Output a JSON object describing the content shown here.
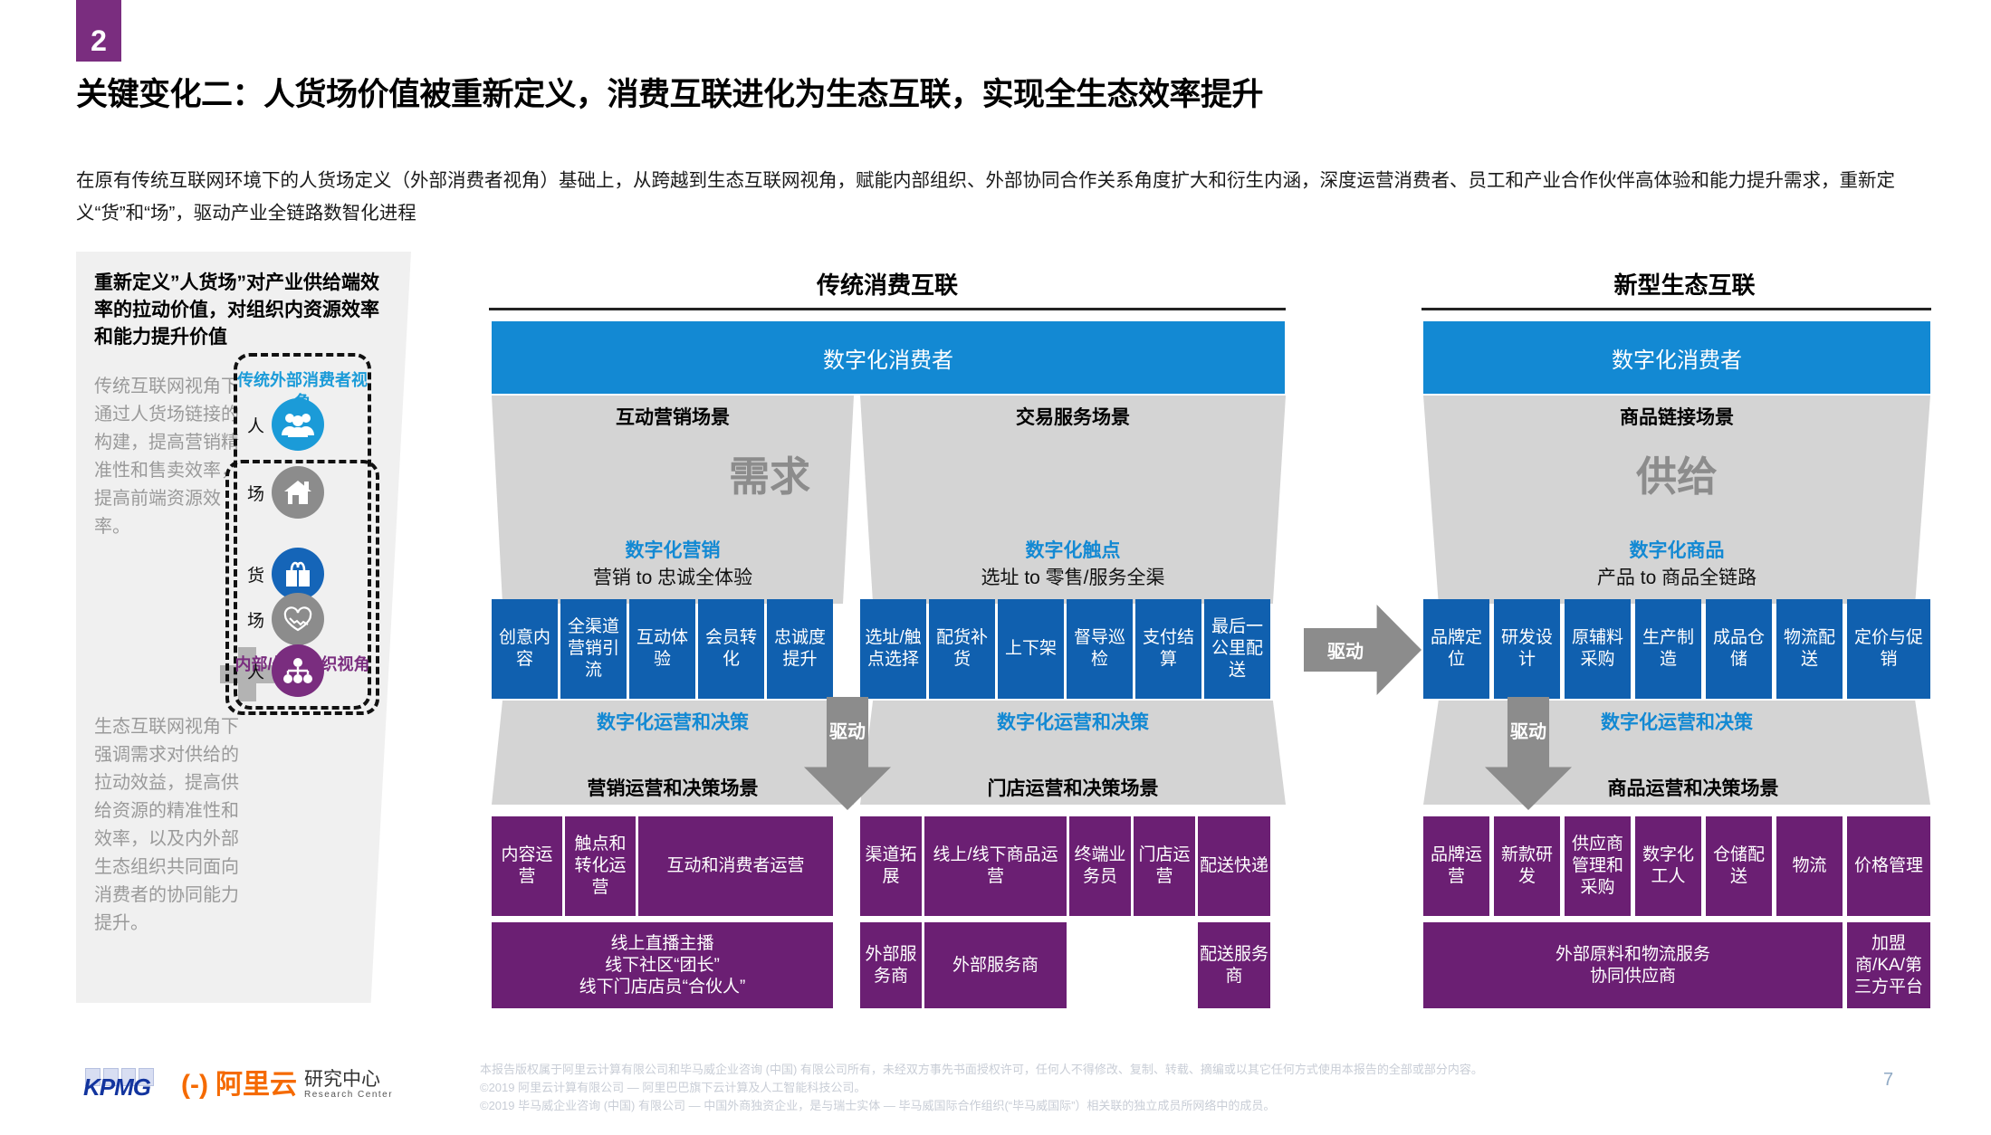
{
  "header": {
    "badge_number": "2",
    "title": "关键变化二：人货场价值被重新定义，消费互联进化为生态互联，实现全生态效率提升",
    "intro": "在原有传统互联网环境下的人货场定义（外部消费者视角）基础上，从跨越到生态互联网视角，赋能内部组织、外部协同合作关系角度扩大和衍生内涵，深度运营消费者、员工和产业合作伙伴高体验和能力提升需求，重新定义“货”和“场”，驱动产业全链路数智化进程"
  },
  "left_panel": {
    "title": "重新定义”人货场”对产业供给端效率的拉动价值，对组织内资源效率和能力提升价值",
    "paragraph_top": "传统互联网视角下通过人货场链接的构建，提高营销精准性和售卖效率，提高前端资源效率。",
    "paragraph_bottom": "生态互联网视角下强调需求对供给的拉动效益，提高供给资源的精准性和效率，以及内外部生态组织共同面向消费者的协同能力提升。",
    "legend_top": "传统外部消费者视角",
    "legend_bottom": "内部/外部组织视角",
    "icons": [
      {
        "label": "人",
        "icon": "people-group-icon",
        "color": "#1B9BD8"
      },
      {
        "label": "场",
        "icon": "store-house-icon",
        "color": "#8C8C8C"
      },
      {
        "label": "货",
        "icon": "shopping-bag-icon",
        "color": "#1565B8"
      },
      {
        "label": "场",
        "icon": "handshake-heart-icon",
        "color": "#8C8C8C"
      },
      {
        "label": "人",
        "icon": "org-chart-icon",
        "color": "#7A2D7F"
      }
    ],
    "plus_icon": "plus-icon"
  },
  "middle": {
    "column_title": "传统消费互联",
    "consumer_bar": "数字化消费者",
    "big_word": "需求",
    "left_block": {
      "scene_label": "互动营销场景",
      "sub_blue": "数字化营销",
      "sub_black": "营销 to 忠诚全体验",
      "ops_label": "数字化运营和决策",
      "tiles": [
        {
          "text": "创意内容",
          "w": 62
        },
        {
          "text": "全渠道营销引流",
          "w": 62
        },
        {
          "text": "互动体验",
          "w": 62
        },
        {
          "text": "会员转化",
          "w": 62
        },
        {
          "text": "忠诚度提升",
          "w": 62
        }
      ],
      "ops_scene_label": "营销运营和决策场景",
      "ops_tiles": [
        {
          "text": "内容运营",
          "w": 68
        },
        {
          "text": "触点和转化运营",
          "w": 68
        },
        {
          "text": "互动和消费者运营",
          "w": 186
        }
      ],
      "partner_tile": "线上直播主播\n线下社区“团长”\n线下门店店员“合伙人”"
    },
    "right_block": {
      "scene_label": "交易服务场景",
      "sub_blue": "数字化触点",
      "sub_black": "选址 to 零售/服务全渠",
      "ops_label": "数字化运营和决策",
      "tiles": [
        {
          "text": "选址/触点选择",
          "w": 60
        },
        {
          "text": "配货补货",
          "w": 58
        },
        {
          "text": "上下架",
          "w": 58
        },
        {
          "text": "督导巡检",
          "w": 58
        },
        {
          "text": "支付结算",
          "w": 58
        },
        {
          "text": "最后一公里配送",
          "w": 58
        }
      ],
      "ops_scene_label": "门店运营和决策场景",
      "ops_tiles": [
        {
          "text": "渠道拓展",
          "w": 58
        },
        {
          "text": "线上/线下商品运营",
          "w": 136
        },
        {
          "text": "终端业务员",
          "w": 58
        },
        {
          "text": "门店运营",
          "w": 58
        },
        {
          "text": "配送快递",
          "w": 58
        }
      ],
      "partner_tiles": [
        {
          "text": "外部服务商",
          "w": 58
        },
        {
          "text": "外部服务商",
          "w": 136
        },
        {
          "text": "",
          "w": 116
        },
        {
          "text": "配送服务商",
          "w": 58
        }
      ]
    },
    "drive_arrow": "驱动"
  },
  "connector": {
    "drive_arrow": "驱动"
  },
  "right": {
    "column_title": "新型生态互联",
    "consumer_bar": "数字化消费者",
    "scene_label": "商品链接场景",
    "big_word": "供给",
    "sub_blue": "数字化商品",
    "sub_black": "产品 to 商品全链路",
    "tiles": [
      {
        "text": "品牌定位"
      },
      {
        "text": "研发设计"
      },
      {
        "text": "原辅料采购"
      },
      {
        "text": "生产制造"
      },
      {
        "text": "成品仓储"
      },
      {
        "text": "物流配送"
      },
      {
        "text": "定价与促销"
      }
    ],
    "ops_label": "数字化运营和决策",
    "drive_arrow": "驱动",
    "ops_scene_label": "商品运营和决策场景",
    "ops_tiles": [
      {
        "text": "品牌运营"
      },
      {
        "text": "新款研发"
      },
      {
        "text": "供应商管理和采购"
      },
      {
        "text": "数字化工人"
      },
      {
        "text": "仓储配送"
      },
      {
        "text": "物流"
      },
      {
        "text": "价格管理"
      }
    ],
    "partner_main": "外部原料和物流服务\n协同供应商",
    "partner_side": "加盟商/KA/第三方平台"
  },
  "footer": {
    "lines": [
      "本报告版权属于阿里云计算有限公司和毕马威企业咨询 (中国) 有限公司所有，未经双方事先书面授权许可，任何人不得修改、复制、转载、摘编或以其它任何方式使用本报告的全部或部分内容。",
      "©2019 阿里云计算有限公司 — 阿里巴巴旗下云计算及人工智能科技公司。",
      "©2019 毕马威企业咨询 (中国) 有限公司 — 中国外商独资企业，是与瑞士实体 — 毕马威国际合作组织(“毕马威国际”）相关联的独立成员所网络中的成员。"
    ],
    "page_number": "7",
    "kpmg_logo": "KPMG",
    "ali_logo_cn": "阿里云",
    "ali_logo_center_cn": "研究中心",
    "ali_logo_center_en": "Research Center"
  },
  "colors": {
    "accent_blue": "#1389D3",
    "tile_blue": "#1060AF",
    "tile_purple": "#6B1F73",
    "badge_purple": "#7A2D7F",
    "grey": "#8C8C8C",
    "panel_grey": "#D4D4D4"
  }
}
